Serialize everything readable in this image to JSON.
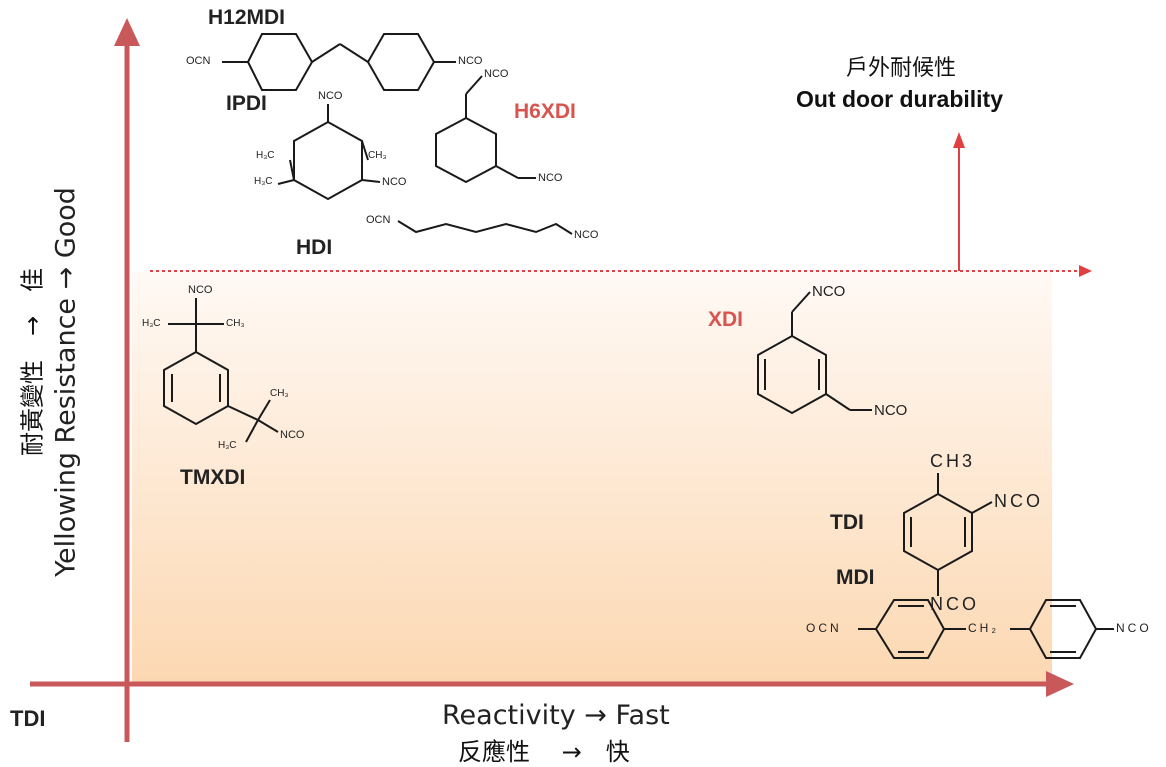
{
  "axes": {
    "x_label": "Reactivity →  Fast",
    "x_label_zh": "反應性　 →　快",
    "y_label": "Yellowing Resistance →  Good",
    "y_label_zh": "耐黃變性　→　佳",
    "corner_label": "TDI"
  },
  "threshold": {
    "label_zh": "戶外耐候性",
    "label_en": "Out door durability"
  },
  "compounds": {
    "h12mdi": {
      "name": "H12MDI",
      "g1": "OCN",
      "g2": "NCO"
    },
    "ipdi": {
      "name": "IPDI",
      "g1": "NCO",
      "g2": "H₃C",
      "g3": "H₃C",
      "g4": "CH₃",
      "g5": "NCO"
    },
    "h6xdi": {
      "name": "H6XDI",
      "g1": "NCO",
      "g2": "NCO"
    },
    "hdi": {
      "name": "HDI",
      "g1": "OCN",
      "g2": "NCO"
    },
    "tmxdi": {
      "name": "TMXDI",
      "g1": "NCO",
      "g2": "H₃C",
      "g3": "CH₃",
      "g4": "CH₃",
      "g5": "H₃C",
      "g6": "NCO"
    },
    "xdi": {
      "name": "XDI",
      "g1": "NCO",
      "g2": "NCO"
    },
    "tdi": {
      "name": "TDI",
      "g1": "CH3",
      "g2": "NCO",
      "g3": "NCO"
    },
    "mdi": {
      "name": "MDI",
      "g1": "OCN",
      "g2": "CH₂",
      "g3": "NCO"
    }
  },
  "colors": {
    "axis": "#c8585a",
    "threshold": "#e04040",
    "highlight_name": "#d9534f",
    "fill_top": "#fff7f2",
    "fill_bottom": "#fcd9b4"
  }
}
